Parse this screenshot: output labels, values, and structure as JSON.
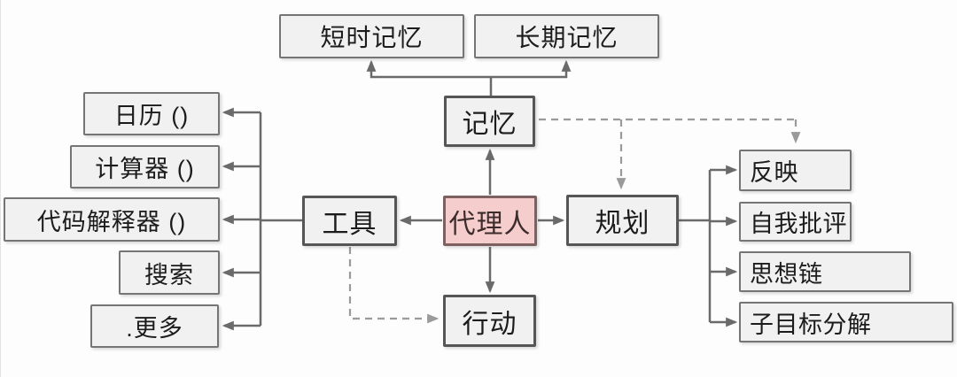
{
  "diagram": {
    "nodes": {
      "agent": {
        "label": "代理人"
      },
      "memory": {
        "label": "记忆"
      },
      "short_term_memory": {
        "label": "短时记忆"
      },
      "long_term_memory": {
        "label": "长期记忆"
      },
      "tools": {
        "label": "工具"
      },
      "planning": {
        "label": "规划"
      },
      "action": {
        "label": "行动"
      },
      "calendar": {
        "label": "日历 ()"
      },
      "calculator": {
        "label": "计算器 ()"
      },
      "code_interpreter": {
        "label": "代码解释器 ()"
      },
      "search": {
        "label": "搜索"
      },
      "more": {
        "label": ".更多"
      },
      "reflection": {
        "label": "反映"
      },
      "self_criticism": {
        "label": "自我批评"
      },
      "chain_of_thought": {
        "label": "思想链"
      },
      "subgoal_decomposition": {
        "label": "子目标分解"
      }
    },
    "edges": [
      {
        "from": "memory",
        "to": "short_term_memory",
        "style": "solid"
      },
      {
        "from": "memory",
        "to": "long_term_memory",
        "style": "solid"
      },
      {
        "from": "agent",
        "to": "memory",
        "style": "solid"
      },
      {
        "from": "agent",
        "to": "tools",
        "style": "solid"
      },
      {
        "from": "agent",
        "to": "planning",
        "style": "solid"
      },
      {
        "from": "agent",
        "to": "action",
        "style": "solid"
      },
      {
        "from": "tools",
        "to": "calendar",
        "style": "solid"
      },
      {
        "from": "tools",
        "to": "calculator",
        "style": "solid"
      },
      {
        "from": "tools",
        "to": "code_interpreter",
        "style": "solid"
      },
      {
        "from": "tools",
        "to": "search",
        "style": "solid"
      },
      {
        "from": "tools",
        "to": "more",
        "style": "solid"
      },
      {
        "from": "planning",
        "to": "reflection",
        "style": "solid"
      },
      {
        "from": "planning",
        "to": "self_criticism",
        "style": "solid"
      },
      {
        "from": "planning",
        "to": "chain_of_thought",
        "style": "solid"
      },
      {
        "from": "planning",
        "to": "subgoal_decomposition",
        "style": "solid"
      },
      {
        "from": "memory",
        "to": "planning",
        "style": "dashed"
      },
      {
        "from": "memory",
        "to": "reflection",
        "style": "dashed"
      },
      {
        "from": "tools",
        "to": "action",
        "style": "dashed"
      }
    ],
    "colors": {
      "node_fill": "#f1f1f1",
      "node_border": "#757575",
      "major_border": "#565656",
      "agent_fill": "#f5cdcd",
      "agent_border": "#7d6161",
      "agent_text": "#3c2c2c",
      "line_solid": "#6a6a6a",
      "line_dashed": "#9a9a9a",
      "text_color": "#1c1c1c",
      "background": "#fdfdfd"
    }
  }
}
